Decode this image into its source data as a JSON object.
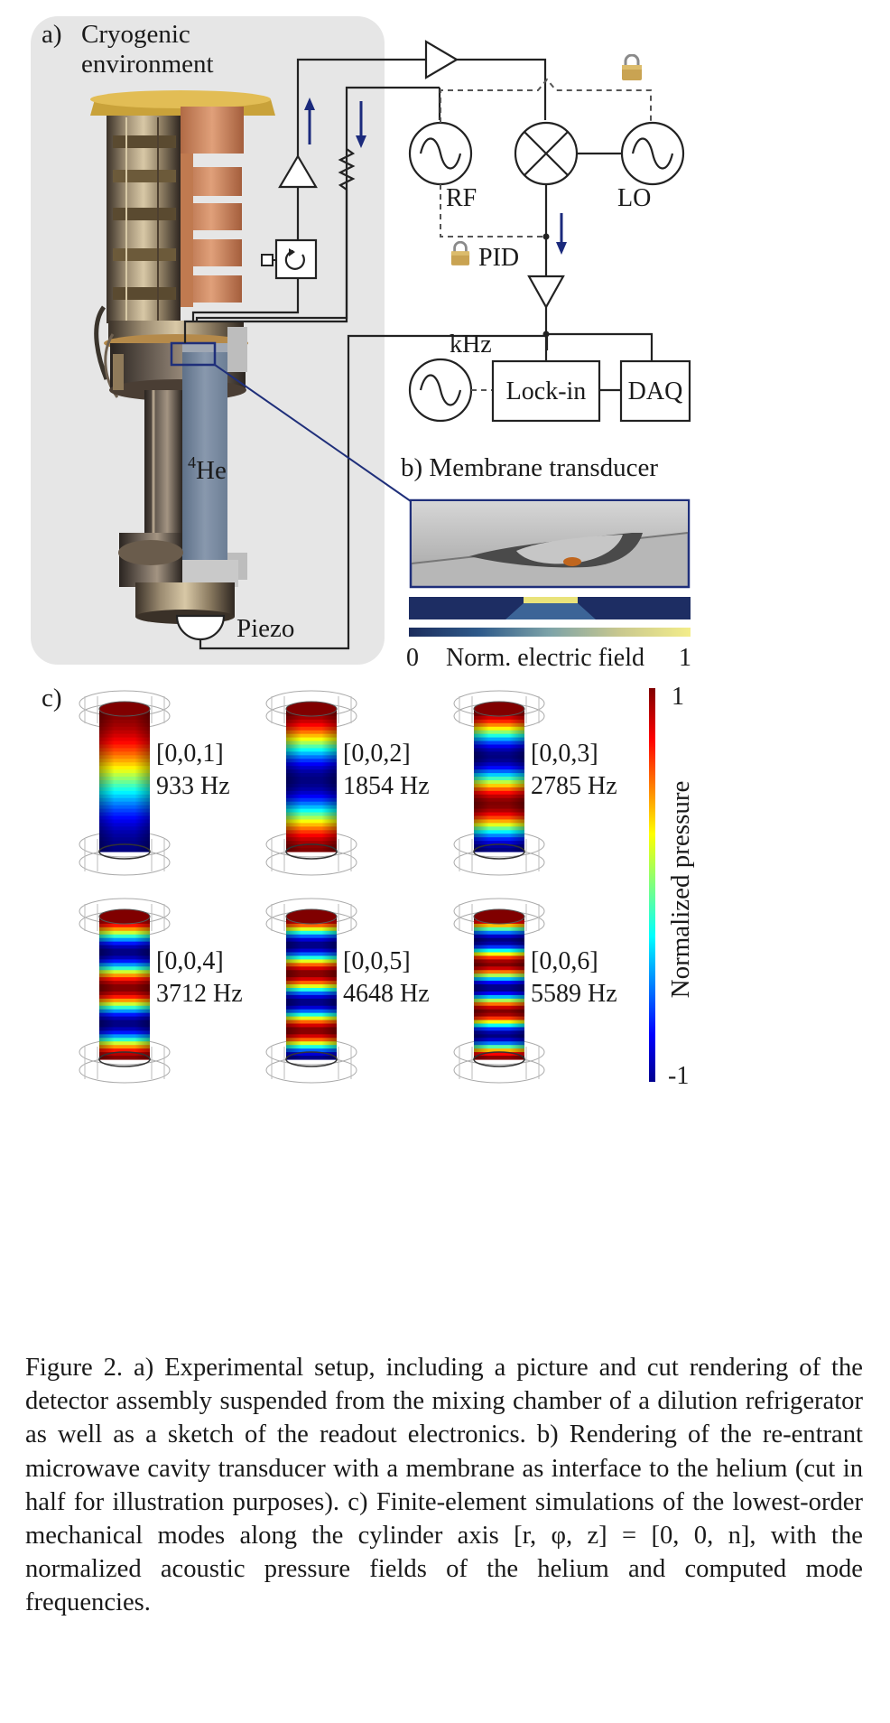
{
  "panel_a": {
    "label": "a)",
    "title_line1": "Cryogenic",
    "title_line2": "environment",
    "helium": "He",
    "helium_isotope": "4",
    "piezo": "Piezo"
  },
  "electronics": {
    "rf": "RF",
    "lo": "LO",
    "pid": "PID",
    "khz": "kHz",
    "lockin": "Lock-in",
    "daq": "DAQ"
  },
  "panel_b": {
    "title": "b) Membrane transducer",
    "colorbar_min": "0",
    "colorbar_label": "Norm. electric field",
    "colorbar_max": "1"
  },
  "panel_c": {
    "label": "c)",
    "colorbar_max": "1",
    "colorbar_min": "-1",
    "colorbar_label": "Normalized pressure",
    "modes": [
      {
        "mode": "[0,0,1]",
        "freq": "933 Hz",
        "n": 1
      },
      {
        "mode": "[0,0,2]",
        "freq": "1854 Hz",
        "n": 2
      },
      {
        "mode": "[0,0,3]",
        "freq": "2785 Hz",
        "n": 3
      },
      {
        "mode": "[0,0,4]",
        "freq": "3712 Hz",
        "n": 4
      },
      {
        "mode": "[0,0,5]",
        "freq": "4648 Hz",
        "n": 5
      },
      {
        "mode": "[0,0,6]",
        "freq": "5589 Hz",
        "n": 6
      }
    ]
  },
  "caption": "Figure 2. a) Experimental setup, including a picture and cut rendering of the detector assembly suspended from the mixing chamber of a dilution refrigerator as well as a sketch of the readout electronics. b) Rendering of the re-entrant microwave cavity transducer with a membrane as interface to the helium (cut in half for illustration purposes). c) Finite-element simulations of the lowest-order mechanical modes along the cylinder axis [r, φ, z] = [0, 0, n], with the normalized acoustic pressure fields of the helium and computed mode frequencies."
}
